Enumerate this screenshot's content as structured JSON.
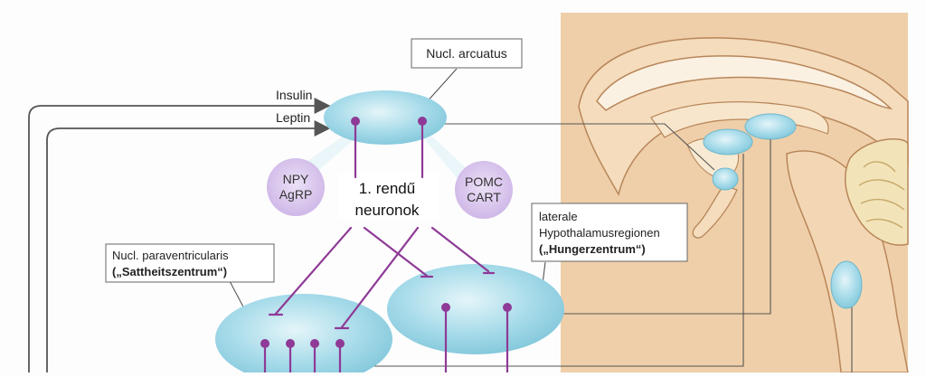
{
  "labels": {
    "nucl_arcuatus": "Nucl. arcuatus",
    "insulin": "Insulin",
    "leptin": "Leptin",
    "npy": "NPY",
    "agrp": "AgRP",
    "pomc": "POMC",
    "cart": "CART",
    "first_order_line1": "1. rendű",
    "first_order_line2": "neuronok",
    "paraventricularis_line1": "Nucl. paraventricularis",
    "paraventricularis_line2": "(„Sattheitszentrum“)",
    "lateral_line1": "laterale",
    "lateral_line2": "Hypothalamusregionen",
    "lateral_line3": "(„Hungerzentrum“)"
  },
  "colors": {
    "nucleus_fill": "#a9dcea",
    "nucleus_highlight": "#d6f0f6",
    "neuron": "#8e3a96",
    "neuropeptide_fill": "#d7c3ec",
    "brain_tissue": "#efcfa9",
    "brain_outline": "#b8865a",
    "cerebellum": "#f2e4b8",
    "line": "#555555"
  }
}
